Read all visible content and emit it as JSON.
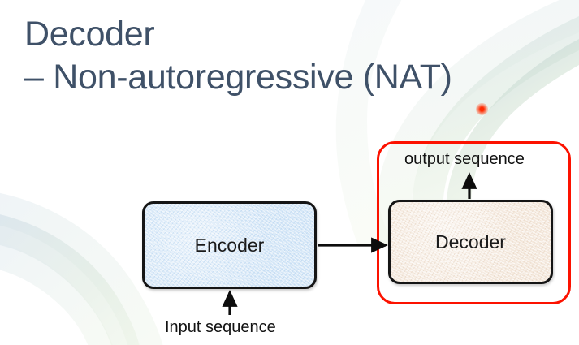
{
  "slide": {
    "title_line_1": "Decoder",
    "title_line_2": "– Non-autoregressive (NAT)",
    "title_color": "#3f5168",
    "background_color": "#ffffff"
  },
  "diagram": {
    "type": "block-diagram",
    "blocks": [
      {
        "id": "encoder",
        "label": "Encoder",
        "fill_color": "#d4e6f7",
        "border_color": "#151515"
      },
      {
        "id": "decoder",
        "label": "Decoder",
        "fill_color": "#f4e8dc",
        "border_color": "#151515"
      }
    ],
    "labels": {
      "input": "Input sequence",
      "output": "output sequence"
    },
    "highlight": {
      "id": "nat-highlight",
      "shape": "rounded-rectangle",
      "color": "#fc1200",
      "encloses": "decoder"
    },
    "arrows": [
      {
        "id": "input-to-encoder",
        "from": "Input sequence",
        "to": "Encoder",
        "direction": "up"
      },
      {
        "id": "encoder-to-decoder",
        "from": "Encoder",
        "to": "Decoder",
        "direction": "right"
      },
      {
        "id": "decoder-to-output",
        "from": "Decoder",
        "to": "output sequence",
        "direction": "up"
      }
    ]
  },
  "annotations": {
    "laser_pointer": {
      "name": "laser-pointer-dot",
      "color": "#ff2a00"
    }
  },
  "decorations": {
    "swoosh_left": {
      "colors": [
        "#e5efe6",
        "#dde9ef",
        "#eef4ea"
      ]
    },
    "swoosh_right": {
      "colors": [
        "#dfe7ef",
        "#e9f0e6",
        "#f1f5ec"
      ]
    }
  }
}
